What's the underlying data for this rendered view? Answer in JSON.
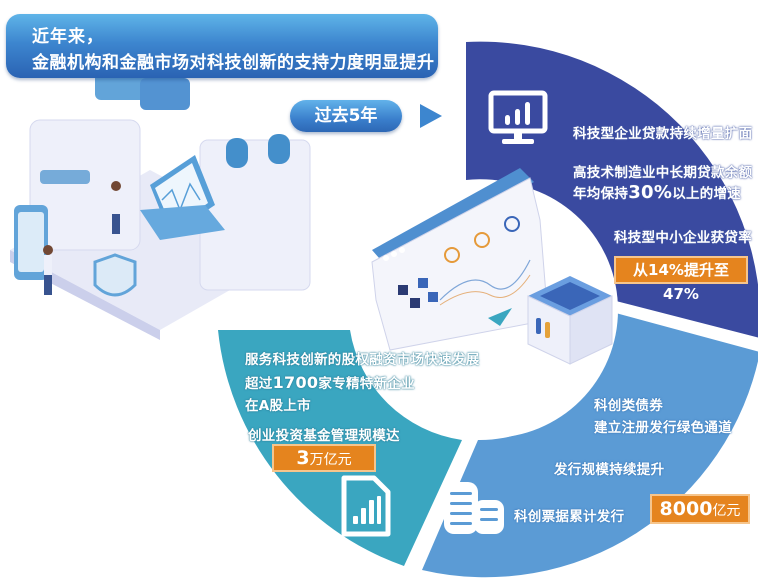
{
  "header": {
    "title_line1": "近年来，",
    "title_line2": "金融机构和金融市场对科技创新的支持力度明显提升",
    "period_label": "过去5年"
  },
  "colors": {
    "navy_sector": "#3a4aa0",
    "blue_sector": "#5b9bd5",
    "teal_sector": "#3aa6c0",
    "badge_orange": "#e5841e",
    "banner_blue": "#3d86cf"
  },
  "sections": {
    "loans": {
      "icon": "monitor-bar-chart-icon",
      "line1": "科技型企业贷款持续增量扩面",
      "line2": "高技术制造业中长期贷款余额",
      "line3_prefix": "年均保持",
      "line3_value": "30%",
      "line3_suffix": "以上的增速",
      "line4": "科技型中小企业获贷率",
      "badge": "从14%提升至47%"
    },
    "bonds": {
      "icon": "coin-stack-icon",
      "line1": "科创类债券",
      "line2": "建立注册发行绿色通道",
      "line3": "发行规模持续提升",
      "line4": "科创票据累计发行",
      "badge_value": "8000",
      "badge_unit": "亿元"
    },
    "equity": {
      "icon": "document-bar-chart-icon",
      "line1": "服务科技创新的股权融资市场快速发展",
      "line2_prefix": "超过",
      "line2_value": "1700",
      "line2_suffix": "家专精特新企业",
      "line3": "在A股上市",
      "line4": "创业投资基金管理规模达",
      "badge_value": "3",
      "badge_unit": "万亿元"
    }
  }
}
